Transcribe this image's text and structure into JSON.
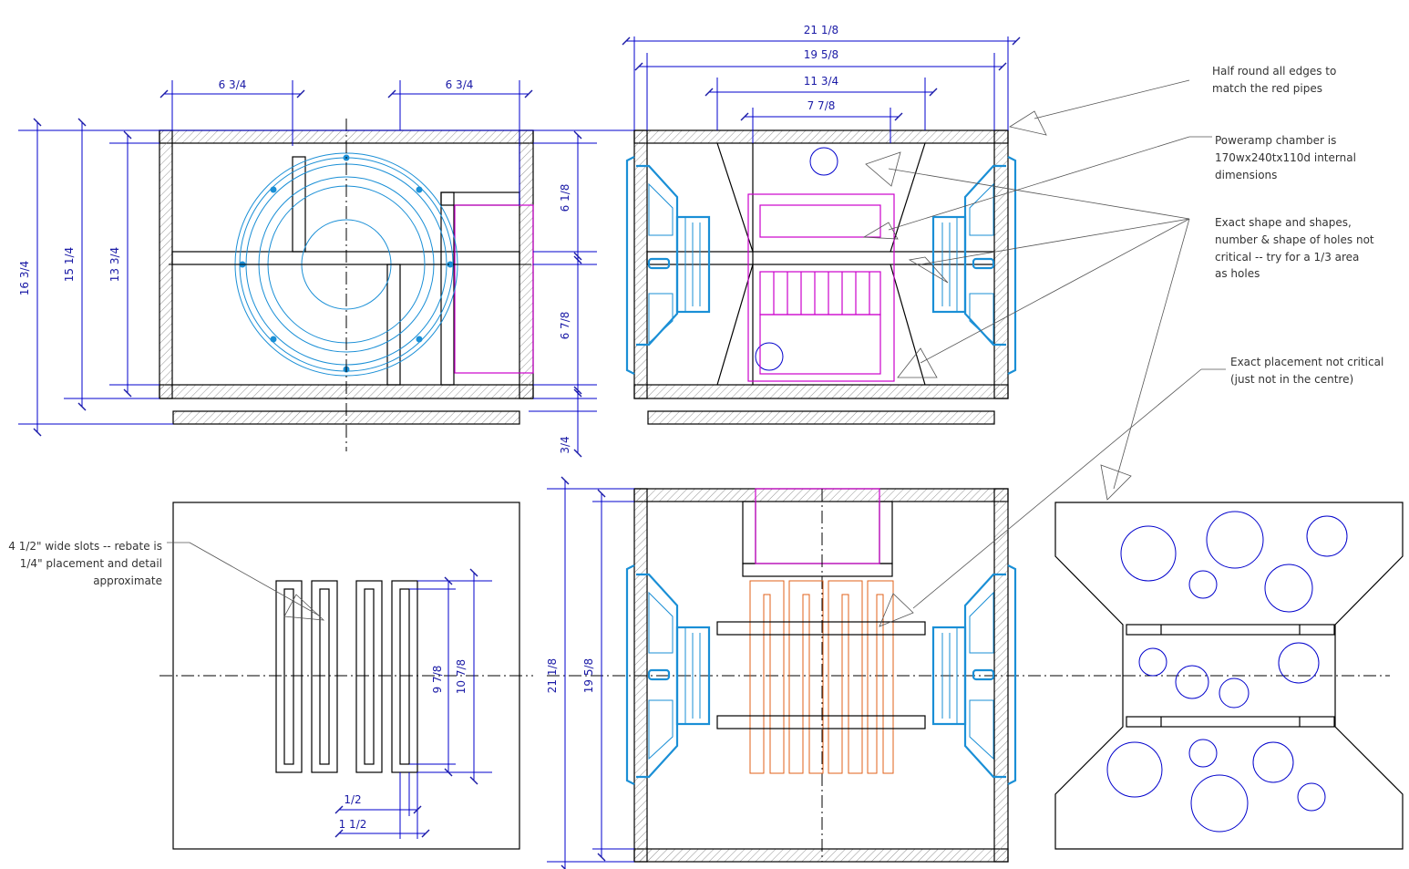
{
  "dimensions": {
    "top_width_left": "6 3/4",
    "top_width_right": "6 3/4",
    "overall_height": "16 3/4",
    "inner_height": "15 1/4",
    "panel_height": "13 3/4",
    "upper_section": "6 1/8",
    "lower_section": "6 7/8",
    "base_thickness": "3/4",
    "width_overall": "21 1/8",
    "width_inner": "19 5/8",
    "chamber_outer": "11 3/4",
    "chamber_inner": "7 7/8",
    "slot_length_inner": "9 7/8",
    "slot_length_outer": "10 7/8",
    "slot_width": "1/2",
    "slot_width_rebate": "1 1/2",
    "depth_overall": "21 1/8",
    "depth_inner": "19 5/8"
  },
  "notes": {
    "half_round": [
      "Half round all edges to",
      "match the red pipes"
    ],
    "poweramp": [
      "Poweramp chamber is",
      "170wx240tx110d internal",
      "dimensions"
    ],
    "holes": [
      "Exact shape and shapes,",
      "number & shape of holes not",
      "critical -- try for a 1/3 area",
      "as holes"
    ],
    "placement": [
      "Exact placement not critical",
      "(just not in the centre)"
    ],
    "slots": [
      "4 1/2\" wide slots -- rebate is",
      "1/4\" placement and detail",
      "approximate"
    ]
  },
  "colors": {
    "dimension": "#1a1aa6",
    "speaker": "#1a8fd6",
    "chamber": "#cc00cc",
    "pipes": "#e0601a"
  }
}
